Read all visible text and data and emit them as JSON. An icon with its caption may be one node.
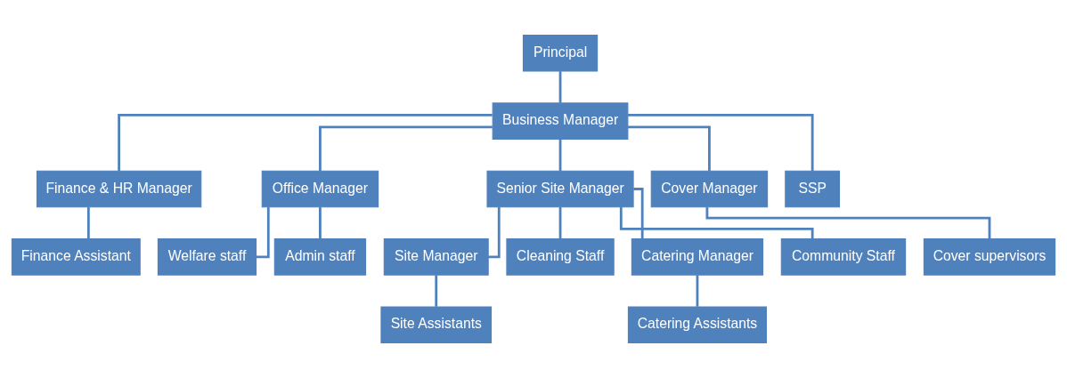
{
  "diagram": {
    "nodes": [
      {
        "text": [
          "Principal"
        ]
      },
      {
        "text": [
          "Business Manager"
        ]
      },
      {
        "text": [
          "Finance & HR Manager"
        ]
      },
      {
        "text": [
          "Office Manager"
        ]
      },
      {
        "text": [
          "Senior Site Manager"
        ]
      },
      {
        "text": [
          "Cover Manager"
        ]
      },
      {
        "text": [
          "SSP"
        ]
      },
      {
        "text": [
          "Finance Assistant"
        ]
      },
      {
        "text": [
          "Welfare staff"
        ]
      },
      {
        "text": [
          "Admin staff"
        ]
      },
      {
        "text": [
          "Site Manager"
        ]
      },
      {
        "text": [
          "Cleaning Staff"
        ]
      },
      {
        "text": [
          "Catering Manager"
        ]
      },
      {
        "text": [
          "Community Staff"
        ]
      },
      {
        "text": [
          "Cover supervisors"
        ]
      },
      {
        "text": [
          "Site Assistants"
        ]
      },
      {
        "text": [
          "Catering Assistants"
        ]
      }
    ],
    "edges": [
      {
        "from": 0,
        "to": 1,
        "arrow": "none"
      },
      {
        "from": 1,
        "to": 2,
        "arrow": "none"
      },
      {
        "from": 1,
        "to": 3,
        "arrow": "none"
      },
      {
        "from": 1,
        "to": 4,
        "arrow": "none"
      },
      {
        "from": 1,
        "to": 5,
        "arrow": "none"
      },
      {
        "from": 1,
        "to": 6,
        "arrow": "none"
      },
      {
        "from": 2,
        "to": 7,
        "arrow": "none"
      },
      {
        "from": 3,
        "to": 8,
        "arrow": "none"
      },
      {
        "from": 3,
        "to": 9,
        "arrow": "none"
      },
      {
        "from": 4,
        "to": 10,
        "arrow": "none"
      },
      {
        "from": 4,
        "to": 11,
        "arrow": "none"
      },
      {
        "from": 4,
        "to": 12,
        "arrow": "none"
      },
      {
        "from": 4,
        "to": 13,
        "arrow": "none"
      },
      {
        "from": 5,
        "to": 14,
        "arrow": "none"
      },
      {
        "from": 10,
        "to": 15,
        "arrow": "none"
      },
      {
        "from": 12,
        "to": 16,
        "arrow": "none"
      }
    ]
  }
}
